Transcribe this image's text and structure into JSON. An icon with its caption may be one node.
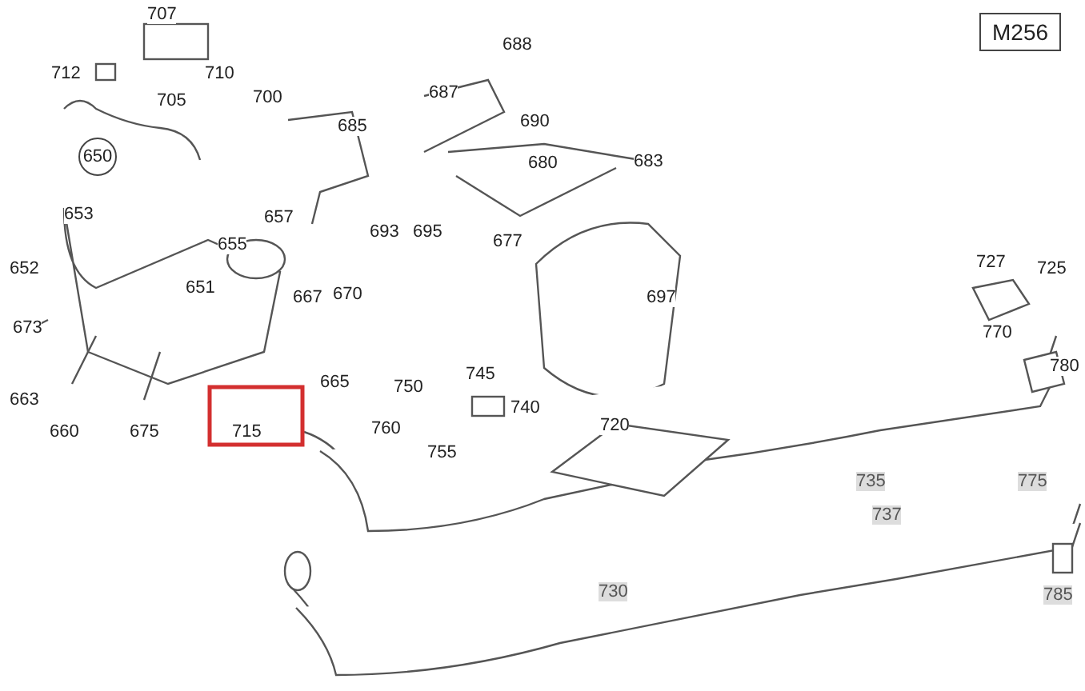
{
  "diagram": {
    "labels": [
      "M256",
      "707",
      "688",
      "712",
      "710",
      "700",
      "687",
      "690",
      "705",
      "685",
      "650",
      "680",
      "683",
      "653",
      "657",
      "693",
      "695",
      "655",
      "677",
      "652",
      "727",
      "725",
      "651",
      "667",
      "670",
      "697",
      "673",
      "770",
      "665",
      "750",
      "745",
      "780",
      "740",
      "663",
      "660",
      "675",
      "715",
      "760",
      "755",
      "720",
      "735",
      "775",
      "737",
      "730",
      "785"
    ]
  }
}
